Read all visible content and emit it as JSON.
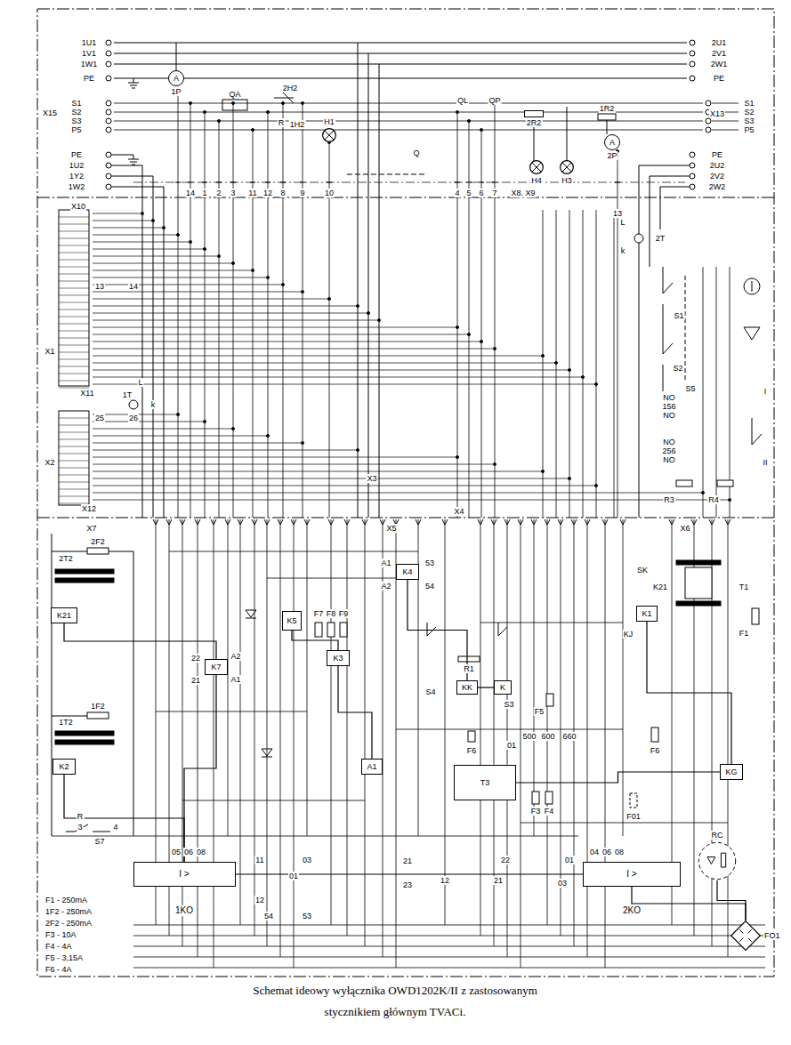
{
  "diagram": {
    "caption": "Schemat ideowy wyłącznika OWD1202K/II z zastosowanym stycznikiem głównym TVACi.",
    "nodes": [
      {
        "text": [
          "A",
          "1P"
        ]
      },
      {
        "text": [
          "H1"
        ]
      },
      {
        "text": [
          "2R2"
        ]
      },
      {
        "text": [
          "A",
          "2P"
        ]
      },
      {
        "text": [
          "H4"
        ]
      },
      {
        "text": [
          "H3"
        ]
      },
      {
        "text": [
          "K4"
        ]
      },
      {
        "text": [
          "K21"
        ]
      },
      {
        "text": [
          "K5"
        ]
      },
      {
        "text": [
          "K1"
        ]
      },
      {
        "text": [
          "K7"
        ]
      },
      {
        "text": [
          "K3"
        ]
      },
      {
        "text": [
          "KK"
        ]
      },
      {
        "text": [
          "K"
        ]
      },
      {
        "text": [
          "K2"
        ]
      },
      {
        "text": [
          "A1"
        ]
      },
      {
        "text": [
          "T3"
        ]
      },
      {
        "text": [
          "KG"
        ]
      },
      {
        "text": [
          "I >",
          "1KO"
        ]
      },
      {
        "text": [
          "RC"
        ]
      },
      {
        "text": [
          "I >",
          "2KO"
        ]
      },
      {
        "text": [
          "FO1"
        ]
      }
    ],
    "edges": [
      {
        "from": 7,
        "to": 10,
        "arrow": "none"
      },
      {
        "from": 8,
        "to": 11,
        "arrow": "none"
      },
      {
        "from": 6,
        "to": 12,
        "arrow": "none"
      },
      {
        "from": 12,
        "to": 13,
        "arrow": "none"
      },
      {
        "from": 9,
        "to": 17,
        "arrow": "none"
      },
      {
        "from": 11,
        "to": 15,
        "arrow": "none"
      },
      {
        "from": 14,
        "to": 18,
        "arrow": "none"
      },
      {
        "from": 10,
        "to": 18,
        "arrow": "none"
      },
      {
        "from": 16,
        "to": 17,
        "arrow": "none"
      },
      {
        "from": 18,
        "to": 20,
        "arrow": "none"
      },
      {
        "from": 19,
        "to": 21,
        "arrow": "none"
      },
      {
        "from": 20,
        "to": 21,
        "arrow": "none"
      }
    ],
    "labels": [
      "1U1",
      "1V1",
      "1W1",
      "PE",
      "2U1",
      "2V1",
      "2W1",
      "PE",
      "X15",
      "S1",
      "S2",
      "S3",
      "P5",
      "X13",
      "S1",
      "S2",
      "S3",
      "P5",
      "PE",
      "1U2",
      "1Y2",
      "1W2",
      "X10",
      "PE",
      "2U2",
      "2V2",
      "2W2",
      "QA",
      "2H2",
      "R",
      "1H2",
      "Q",
      "QL",
      "QP",
      "1R2",
      "14",
      "1",
      "2",
      "3",
      "11",
      "12",
      "8",
      "9",
      "10",
      "4",
      "5",
      "6",
      "7",
      "X8. X9",
      "13",
      "2T",
      "L",
      "k",
      "S1",
      "S2",
      "S5",
      "I",
      "II",
      "NO",
      "156",
      "NO",
      "NO",
      "256",
      "NO",
      "R3",
      "R4",
      "X1",
      "13",
      "14",
      "X11",
      "1T",
      "L",
      "k",
      "X2",
      "25",
      "26",
      "X12",
      "X3",
      "X4",
      "X7",
      "X5",
      "X6",
      "2F2",
      "2T2",
      "1F2",
      "1T2",
      "R",
      "3",
      "4",
      "S7",
      "A2",
      "A1",
      "22",
      "21",
      "F7",
      "F8",
      "F9",
      "A1",
      "A2",
      "53",
      "54",
      "S4",
      "R1",
      "S3",
      "F5",
      "F6",
      "01",
      "500",
      "600",
      "660",
      "F3",
      "F4",
      "F6",
      "F01",
      "SK",
      "K21",
      "T1",
      "F1",
      "KJ",
      "05",
      "06",
      "08",
      "04",
      "06",
      "08",
      "11",
      "12",
      "01",
      "03",
      "54",
      "53",
      "21",
      "23",
      "12",
      "22",
      "21",
      "01",
      "03",
      "F1 - 250mA",
      "1F2 - 250mA",
      "2F2 - 250mA",
      "F3 - 10A",
      "F4 - 4A",
      "F5 - 3,15A",
      "F6 - 4A"
    ]
  }
}
